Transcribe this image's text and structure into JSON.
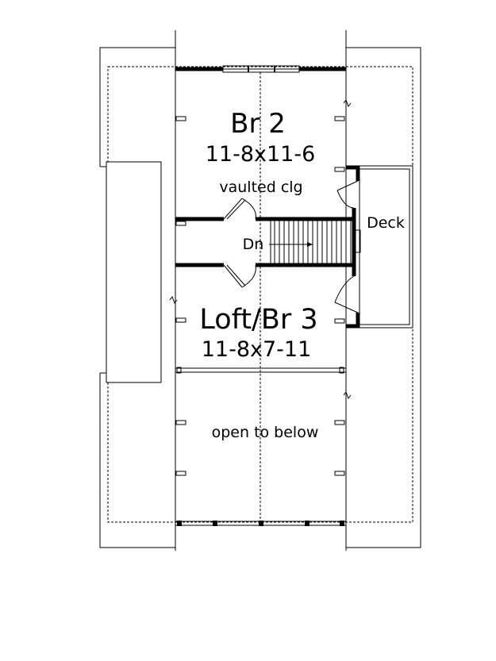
{
  "rooms": {
    "bedroom2": {
      "name": "Br 2",
      "dims": "11-8x11-6",
      "note": "vaulted clg"
    },
    "loft": {
      "name": "Loft/Br 3",
      "dims": "11-8x7-11"
    },
    "open": {
      "note": "open to below"
    }
  },
  "labels": {
    "deck": "Deck",
    "stairs": "Dn"
  }
}
